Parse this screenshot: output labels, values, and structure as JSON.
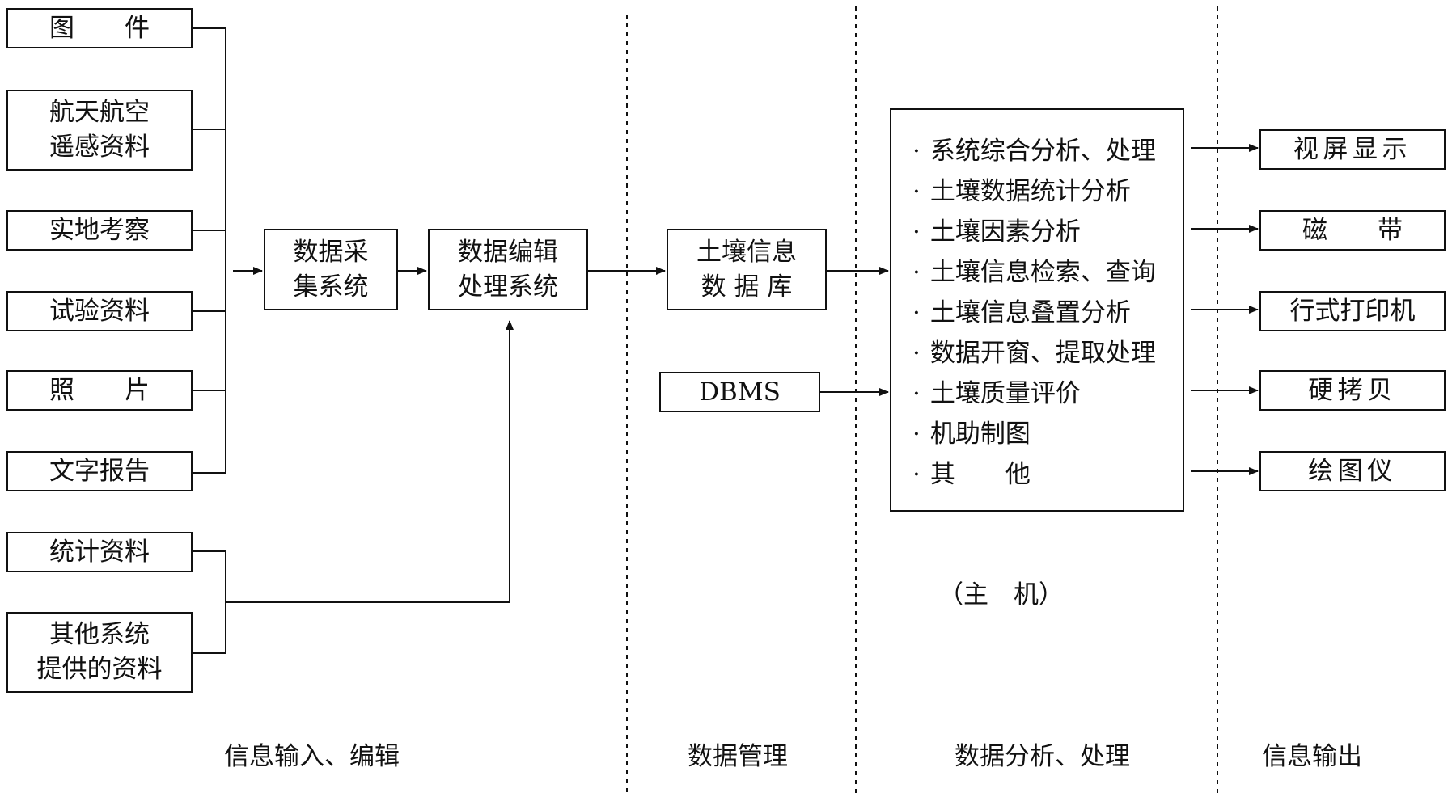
{
  "inputs": {
    "drawing": "图　　件",
    "aerial": "航天航空\n遥感资料",
    "field": "实地考察",
    "experiment": "试验资料",
    "photo": "照　　片",
    "report": "文字报告",
    "statistics": "统计资料",
    "other_systems": "其他系统\n提供的资料"
  },
  "collection_system": "数据采\n集系统",
  "editing_system": "数据编辑\n处理系统",
  "soil_db": "土壤信息\n数 据 库",
  "dbms": "DBMS",
  "host": {
    "items": [
      "系统综合分析、处理",
      "土壤数据统计分析",
      "土壤因素分析",
      "土壤信息检索、查询",
      "土壤信息叠置分析",
      "数据开窗、提取处理",
      "土壤质量评价",
      "机助制图",
      "其　　他"
    ],
    "caption": "（主　机）"
  },
  "outputs": {
    "screen": "视屏显示",
    "tape": "磁　　带",
    "printer": "行式打印机",
    "hardcopy": "硬拷贝",
    "plotter": "绘图仪"
  },
  "sections": {
    "input_edit": "信息输入、编辑",
    "data_mgmt": "数据管理",
    "analysis": "数据分析、处理",
    "output": "信息输出"
  }
}
